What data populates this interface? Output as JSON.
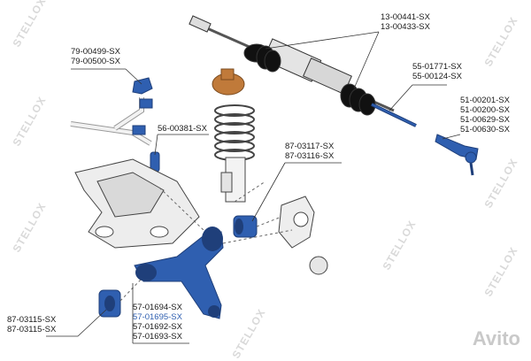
{
  "watermark": {
    "text": "STELLOX",
    "color": "#d0d0d0"
  },
  "avito_mark": {
    "text": "Avito"
  },
  "labels": {
    "steering_rack": {
      "lines": [
        "13-00441-SX",
        "13-00433-SX"
      ]
    },
    "stabilizer_bushing": {
      "lines": [
        "79-00499-SX",
        "79-00500-SX"
      ]
    },
    "tie_rod": {
      "lines": [
        "55-01771-SX",
        "55-00124-SX"
      ]
    },
    "tie_rod_end": {
      "lines": [
        "51-00201-SX",
        "51-00200-SX",
        "51-00629-SX",
        "51-00630-SX"
      ]
    },
    "stabilizer_link": {
      "lines": [
        "56-00381-SX"
      ]
    },
    "knuckle_bushing": {
      "lines": [
        "87-03117-SX",
        "87-03116-SX"
      ]
    },
    "subframe_bushing": {
      "lines": [
        "87-03115-SX",
        "87-03115-SX"
      ]
    },
    "control_arm": {
      "lines": [
        "57-01694-SX",
        "57-01695-SX",
        "57-01692-SX",
        "57-01693-SX"
      ],
      "highlight_index": 1
    }
  },
  "colors": {
    "part_fill": "#2f5fb0",
    "part_fill_dark": "#1f3f7a",
    "line": "#333333",
    "boot": "#111111",
    "mount_top": "#c07a3a",
    "highlight_text": "#2f5fb0"
  }
}
